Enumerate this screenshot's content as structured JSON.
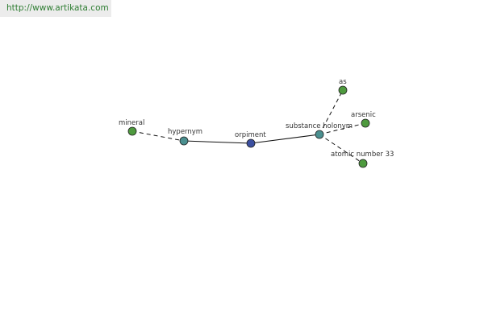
{
  "source_url": "http://www.artikata.com",
  "colors": {
    "url_text": "#2e7d32",
    "url_bg": "#ececec",
    "center_node": "#3b4fa0",
    "relation_node": "#4a8f8f",
    "term_node": "#4e9a3e",
    "edge": "#111111"
  },
  "graph": {
    "center": {
      "id": "orpiment",
      "label": "orpiment"
    },
    "relations": [
      {
        "id": "hypernym",
        "label": "hypernym",
        "terms": [
          {
            "id": "mineral",
            "label": "mineral"
          }
        ]
      },
      {
        "id": "substance-holonym",
        "label": "substance holonym",
        "terms": [
          {
            "id": "as",
            "label": "as"
          },
          {
            "id": "arsenic",
            "label": "arsenic"
          },
          {
            "id": "atomic-number-33",
            "label": "atomic number 33"
          }
        ]
      }
    ]
  }
}
